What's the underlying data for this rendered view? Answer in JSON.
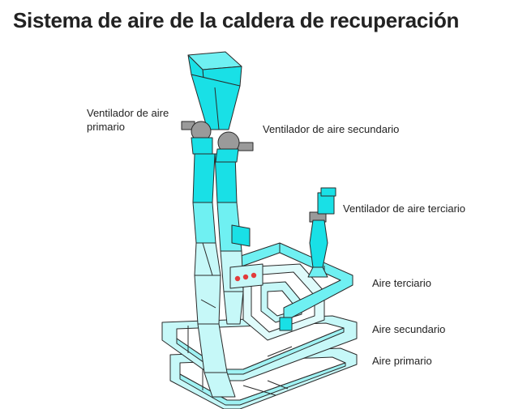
{
  "title": "Sistema de aire de la caldera de recuperación",
  "labels": {
    "primary_fan": [
      "Ventilador de aire",
      "primario"
    ],
    "secondary_fan": "Ventilador de aire secundario",
    "tertiary_fan": "Ventilador de aire terciario",
    "tertiary_air": "Aire terciario",
    "secondary_air": "Aire secundario",
    "primary_air": "Aire primario"
  },
  "colors": {
    "duct_dark": "#19e0e6",
    "duct_mid": "#6ff0f2",
    "duct_light": "#c6f8f8",
    "fan_gray": "#9a9a9a",
    "port_red": "#e23b3b",
    "outline": "#2a2a2a"
  }
}
